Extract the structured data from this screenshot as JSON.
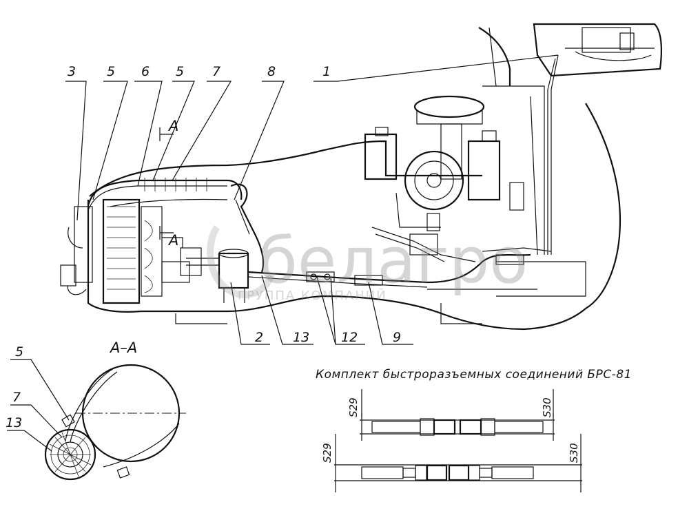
{
  "callouts": [
    {
      "label": "3"
    },
    {
      "label": "5"
    },
    {
      "label": "6"
    },
    {
      "label": "5"
    },
    {
      "label": "7"
    },
    {
      "label": "8"
    },
    {
      "label": "1"
    },
    {
      "label": "2"
    },
    {
      "label": "13"
    },
    {
      "label": "12"
    },
    {
      "label": "9"
    }
  ],
  "section_marks": {
    "top": "A",
    "middle": "A"
  },
  "section_view": {
    "title": "A–A",
    "callouts": [
      {
        "label": "5"
      },
      {
        "label": "7"
      },
      {
        "label": "13"
      }
    ]
  },
  "kit": {
    "title": "Комплект быстроразъемных соединений БРС-81",
    "dims": {
      "top_left": "S29",
      "top_right": "S30",
      "bottom_left": "S29",
      "bottom_right": "S30"
    }
  },
  "watermark": {
    "brand": "белагро",
    "subtitle": "ГРУППА КОМПАНИЙ"
  }
}
